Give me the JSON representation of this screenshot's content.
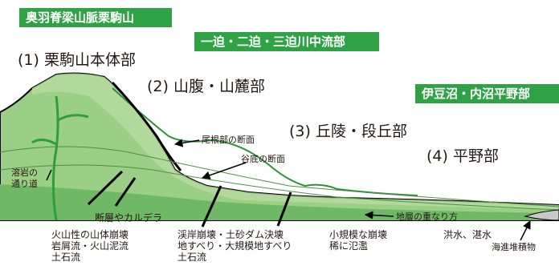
{
  "badges": {
    "region_a": "奥羽脊梁山脈栗駒山",
    "region_b": "一迫・二迫・三迫川中流部",
    "region_c": "伊豆沼・内沼平野部"
  },
  "zones": {
    "zone1": "(1) 栗駒山本体部",
    "zone2": "(2) 山腹・山麓部",
    "zone3": "(3) 丘陵・段丘部",
    "zone4": "(4) 平野部"
  },
  "labels": {
    "ridge_section": "尾根部の断面",
    "valley_section": "谷底の断面",
    "lava_path_line1": "溶岩の",
    "lava_path_line2": "通り道",
    "fault_caldera": "断層やカルデラ",
    "stratum_overlap": "地層の重なり方"
  },
  "hazards": {
    "zone1": [
      "火山性の山体崩壊",
      "岩屑流・火山泥流",
      "土石流"
    ],
    "zone2": [
      "渓岸崩壊・土砂ダム決壊",
      "地すべり・大規模地すべり",
      "土石流"
    ],
    "zone3": [
      "小規模な崩壊",
      "稀に氾濫"
    ],
    "zone4": [
      "洪水、湛水"
    ],
    "coast": [
      "海進堆積物"
    ]
  },
  "colors": {
    "badge_green": "#2fa246",
    "terrain_light": "#b9dca0",
    "terrain_mid": "#8cc57a",
    "terrain_dark": "#5fae5c",
    "lava_green": "#2f9e3a",
    "outline": "#000000"
  }
}
